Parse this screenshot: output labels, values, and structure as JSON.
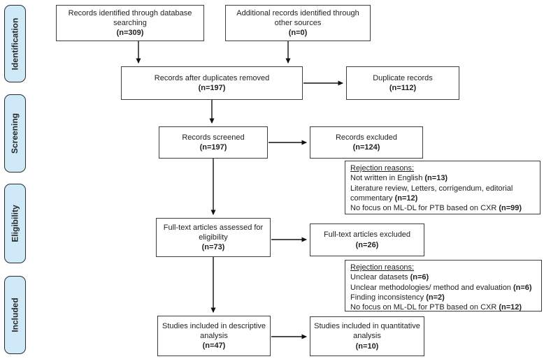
{
  "diagram": {
    "stages": {
      "identification": "Identification",
      "screening": "Screening",
      "eligibility": "Eligibility",
      "included": "Included"
    },
    "boxes": {
      "db_search": {
        "label": "Records identified through database searching",
        "n": "(n=309)"
      },
      "other_sources": {
        "label": "Additional records identified through other sources",
        "n": "(n=0)"
      },
      "after_duplicates": {
        "label": "Records after duplicates removed",
        "n": "(n=197)"
      },
      "duplicate_records": {
        "label": "Duplicate records",
        "n": "(n=112)"
      },
      "records_screened": {
        "label": "Records screened",
        "n": "(n=197)"
      },
      "records_excluded": {
        "label": "Records excluded",
        "n": "(n=124)"
      },
      "fulltext_assessed": {
        "label": "Full-text articles assessed for eligibility",
        "n": "(n=73)"
      },
      "fulltext_excluded": {
        "label": "Full-text articles excluded",
        "n": "(n=26)"
      },
      "descriptive": {
        "label": "Studies included in descriptive analysis",
        "n": "(n=47)"
      },
      "quantitative": {
        "label": "Studies included in quantitative analysis",
        "n": "(n=10)"
      }
    },
    "notes": [
      {
        "title": "Rejection reasons:",
        "items": [
          {
            "text": "Not written in English ",
            "n": "(n=13)"
          },
          {
            "text": "Literature review, Letters, corrigendum, editorial commentary ",
            "n": "(n=12)"
          },
          {
            "text": "No focus on ML-DL for PTB based on CXR ",
            "n": "(n=99)"
          }
        ]
      },
      {
        "title": "Rejection reasons:",
        "items": [
          {
            "text": "Unclear datasets ",
            "n": "(n=6)"
          },
          {
            "text": "Unclear methodologies/ method and evaluation ",
            "n": "(n=6)"
          },
          {
            "text": "Finding inconsistency ",
            "n": "(n=2)"
          },
          {
            "text": "No focus on ML-DL for PTB based on CXR ",
            "n": "(n=12)"
          }
        ]
      }
    ],
    "colors": {
      "stage_fill": "#cfe9f8",
      "box_border": "#3d3d3d",
      "arrow": "#111111",
      "background": "#ffffff",
      "text": "#1f1f1f"
    }
  }
}
